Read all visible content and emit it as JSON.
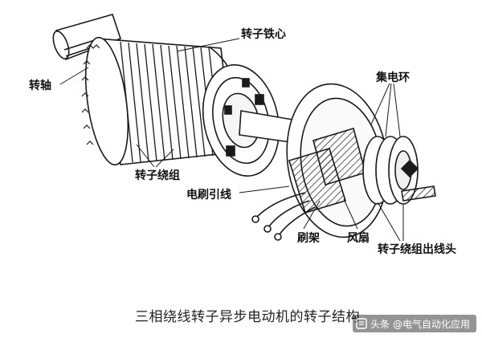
{
  "labels": {
    "rotor_core": "转子铁心",
    "shaft": "转轴",
    "slip_rings": "集电环",
    "rotor_winding": "转子绕组",
    "brush_leads": "电刷引线",
    "brush_holder": "刷架",
    "fan": "风扇",
    "winding_terminals": "转子绕组出线头"
  },
  "caption": "三相绕线转子异步电动机的转子结构",
  "watermark": {
    "prefix": "头条",
    "account": "@电气自动化应用",
    "icon": "toutiao-logo-icon"
  },
  "colors": {
    "line": "#1a1a1a",
    "background": "#ffffff",
    "label": "#111111"
  }
}
